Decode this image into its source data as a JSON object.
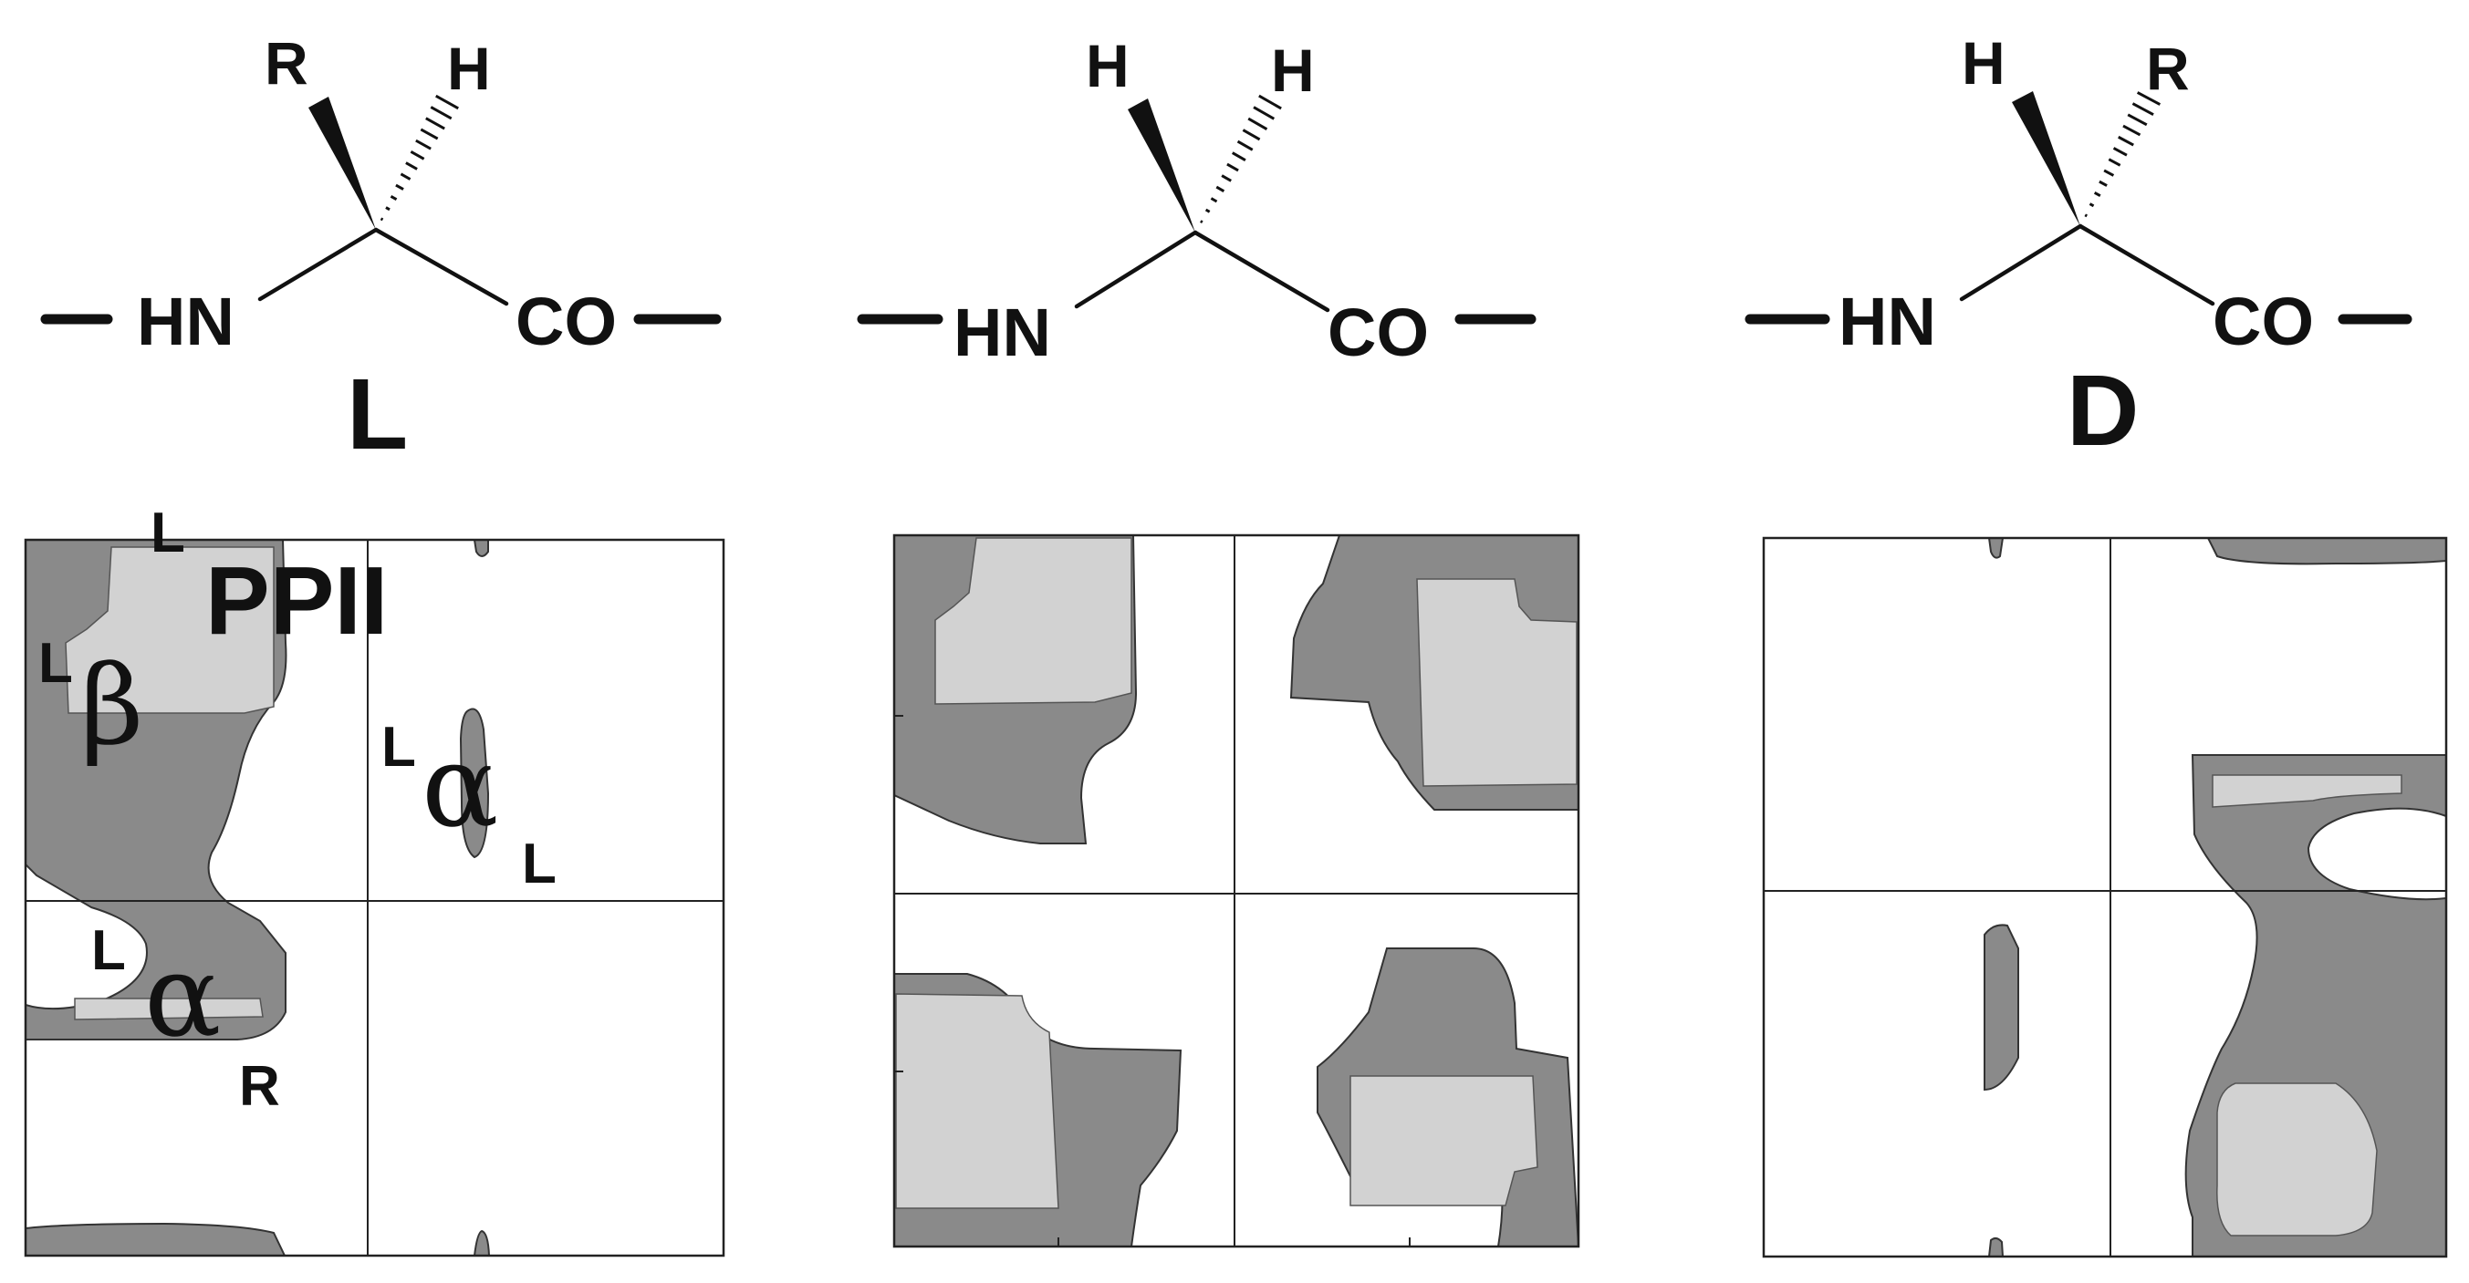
{
  "molecules": [
    {
      "left_group": "HN",
      "right_group": "CO",
      "wedge_substituent": "R",
      "hashed_substituent": "H",
      "configuration": "L"
    },
    {
      "left_group": "HN",
      "right_group": "CO",
      "wedge_substituent": "H",
      "hashed_substituent": "H",
      "configuration": ""
    },
    {
      "left_group": "HN",
      "right_group": "CO",
      "wedge_substituent": "H",
      "hashed_substituent": "R",
      "configuration": "D"
    }
  ],
  "plot_labels": {
    "ppii": {
      "prefix": "L",
      "main": "PPII"
    },
    "beta": {
      "prefix": "L",
      "main": "β"
    },
    "alpha_l": {
      "prefix": "L",
      "main": "α",
      "subscript": "L"
    },
    "alpha_r": {
      "prefix": "L",
      "main": "α",
      "subscript": "R"
    }
  },
  "colors": {
    "allowed": "#8a8a8a",
    "favored": "#d2d2d2",
    "background": "#ffffff",
    "ink": "#111111"
  }
}
